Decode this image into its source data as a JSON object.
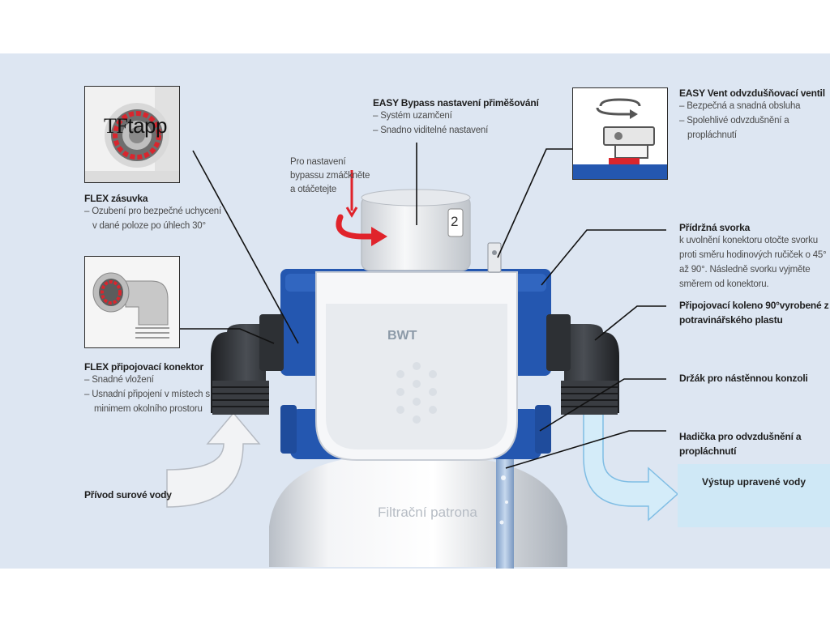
{
  "watermark": {
    "logo_prefix": "TF",
    "logo_suffix": "tapp"
  },
  "brand": "BWT",
  "bypass_setting_number": "2",
  "filter_label": "Filtrační patrona",
  "outlet_label": "Výstup upravené vody",
  "inlet_label": "Přívod surové vody",
  "bypass_hint": "Pro nastavení bypassu zmáčkněte a otáčetejte",
  "callouts": {
    "flex_socket": {
      "title": "FLEX zásuvka",
      "lines": [
        "– Ozubení pro bezpečné uchycení",
        "v dané poloze po úhlech 30°"
      ]
    },
    "flex_connector": {
      "title": "FLEX připojovací konektor",
      "lines": [
        "–  Snadné vložení",
        "–  Usnadní připojení v místech s",
        "minimem okolního prostoru"
      ]
    },
    "easy_bypass": {
      "title": "EASY Bypass nastavení přiměšování",
      "lines": [
        "– Systém uzamčení",
        "– Snadno viditelné nastavení"
      ]
    },
    "easy_vent": {
      "title": "EASY Vent odvzdušňovací ventil",
      "lines": [
        "– Bezpečná a snadná obsluha",
        "– Spolehlivé odvzdušnění a",
        "propláchnutí"
      ]
    },
    "clamp": {
      "title": "Přídržná svorka",
      "lines": [
        "k uvolnění konektoru otočte svorku",
        "proti směru hodinových ručiček o 45°",
        "až 90°. Následně svorku vyjměte",
        "směrem od konektoru."
      ]
    },
    "elbow": {
      "title_lines": [
        "Připojovací koleno 90°vyrobené z",
        "potravinářského plastu"
      ]
    },
    "bracket": {
      "title": "Držák pro nástěnnou konzoli"
    },
    "hose": {
      "title_lines": [
        "Hadička pro odvzdušnění a",
        "propláchnutí"
      ]
    }
  },
  "colors": {
    "background": "#dde6f2",
    "head_blue": "#2457b0",
    "accent_red": "#e0232b",
    "outlet_blue": "#cfe8f6"
  }
}
